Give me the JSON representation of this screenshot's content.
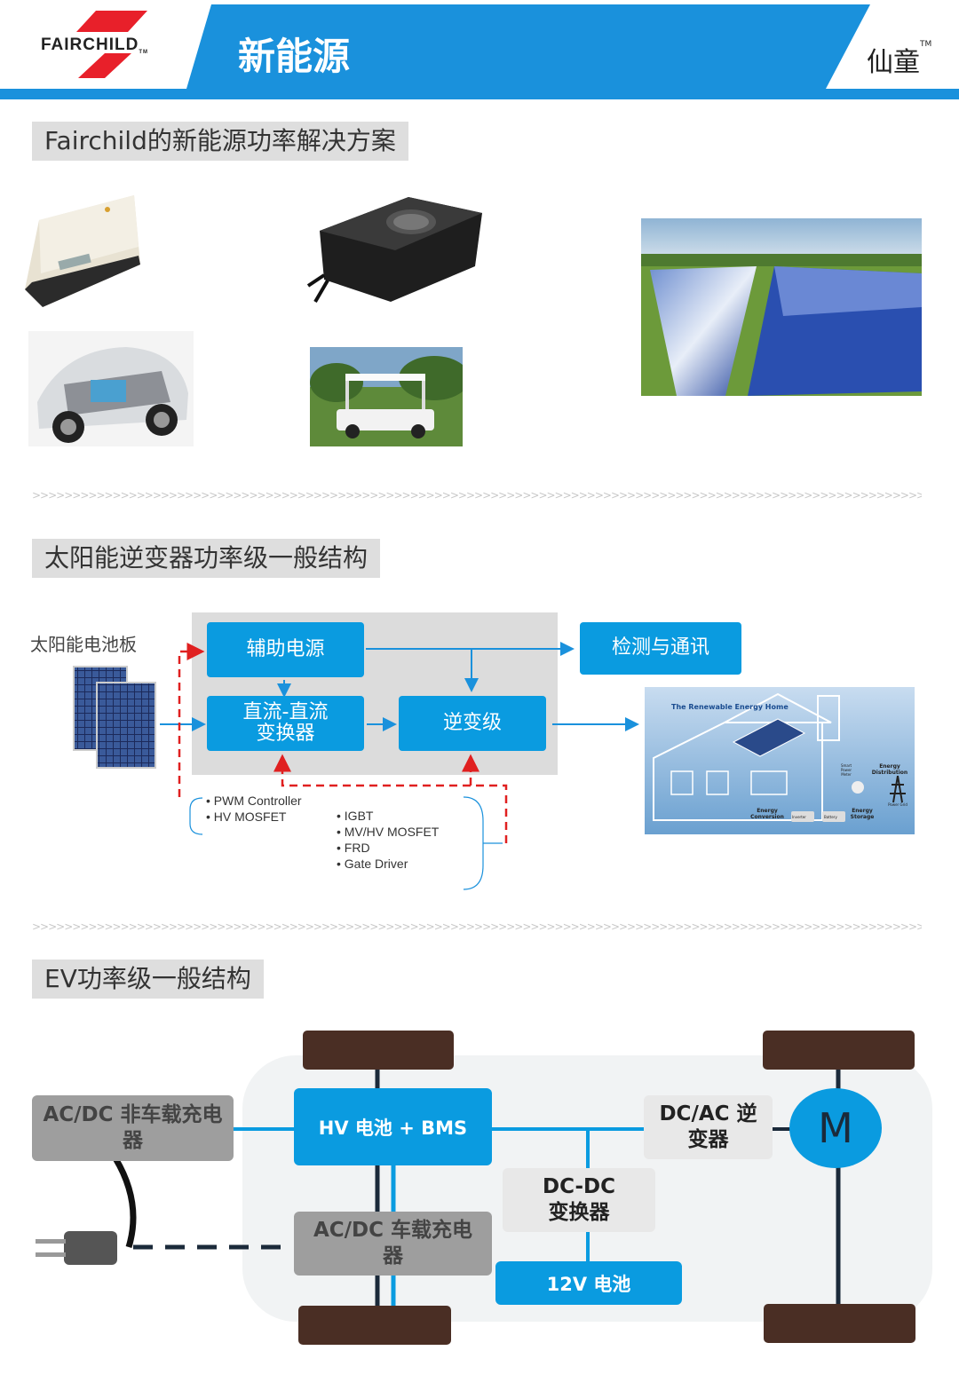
{
  "header": {
    "logo": "FAIRCHILD",
    "logo_tm": "TM",
    "title": "新能源",
    "brand": "仙童",
    "brand_tm": "TM"
  },
  "section1": {
    "title": "Fairchild的新能源功率解决方案"
  },
  "section2": {
    "title": "太阳能逆变器功率级一般结构",
    "solar_label": "太阳能电池板",
    "boxes": {
      "aux": "辅助电源",
      "dcdc_line1": "直流-直流",
      "dcdc_line2": "变换器",
      "inverter": "逆变级",
      "detect": "检测与通讯"
    },
    "list1": [
      "• PWM Controller",
      "• HV MOSFET"
    ],
    "list2": [
      "• IGBT",
      "• MV/HV MOSFET",
      "• FRD",
      "• Gate Driver"
    ],
    "house": {
      "title": "The Renewable Energy Home",
      "energy_conversion": "Energy Conversion",
      "energy_storage": "Energy Storage",
      "energy_distribution": "Energy Distribution",
      "inverter": "Inverter",
      "battery": "Battery",
      "smart_meter": "Smart Power Meter",
      "power_grid": "Power Grid"
    }
  },
  "section3": {
    "title": "EV功率级一般结构",
    "offboard_charger": "AC/DC 非车载充电器",
    "hv_battery": "HV 电池 + BMS",
    "onboard_charger": "AC/DC 车载充电器",
    "dcdc": "DC-DC 变换器",
    "dcac": "DC/AC 逆变器",
    "battery12v": "12V 电池",
    "motor": "M"
  },
  "colors": {
    "blue": "#1a91dc",
    "box_blue": "#0a9be0",
    "red_dash": "#e02020",
    "wheel": "#4a2e24"
  }
}
